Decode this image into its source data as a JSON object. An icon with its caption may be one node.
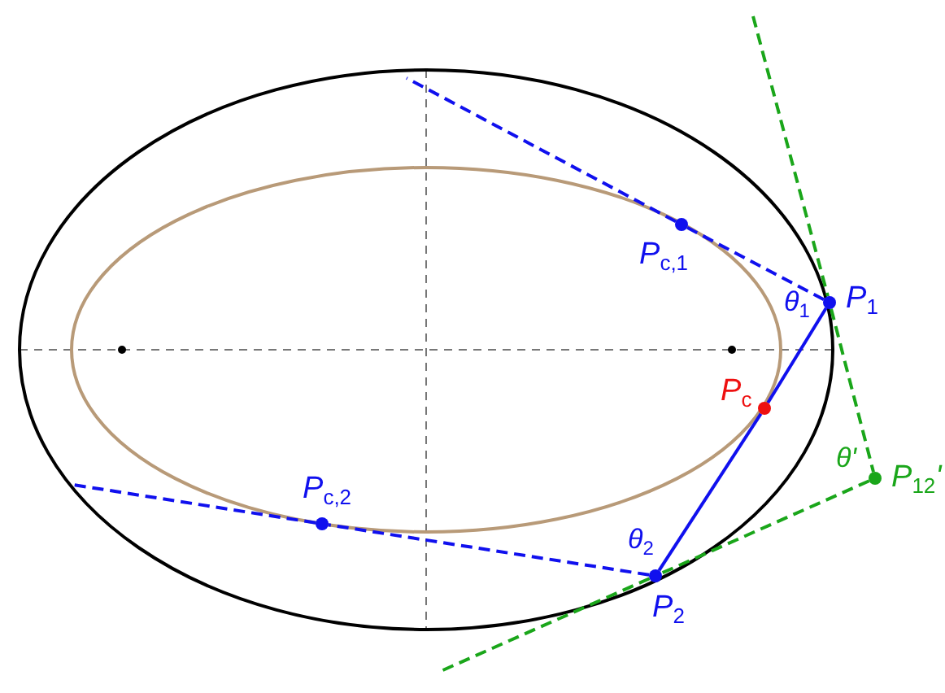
{
  "diagram": {
    "nodes": [
      {
        "text": [
          "P$_{1}$"
        ]
      },
      {
        "text": [
          "P$_{c,1}$"
        ]
      },
      {
        "text": [
          "P$_{c}$"
        ]
      },
      {
        "text": [
          "P$_{c,2}$"
        ]
      },
      {
        "text": [
          "P$_{2}$"
        ]
      },
      {
        "text": [
          "P$_{12}$'"
        ]
      }
    ],
    "edges": [
      {
        "from": 0,
        "to": 2,
        "arrow": "none"
      },
      {
        "from": 2,
        "to": 4,
        "arrow": "none"
      },
      {
        "from": 0,
        "to": 1,
        "arrow": "none",
        "style": "dashed"
      },
      {
        "from": 1,
        "to": null,
        "arrow": "none",
        "style": "dashed"
      },
      {
        "from": 4,
        "to": 3,
        "arrow": "none",
        "style": "dashed"
      },
      {
        "from": 3,
        "to": null,
        "arrow": "none",
        "style": "dashed"
      },
      {
        "from": null,
        "to": 0,
        "arrow": "none",
        "style": "dashed",
        "color": "#1aa61a"
      },
      {
        "from": 0,
        "to": 5,
        "arrow": "none",
        "style": "dashed",
        "color": "#1aa61a"
      },
      {
        "from": 5,
        "to": 4,
        "arrow": "none",
        "style": "dashed",
        "color": "#1aa61a"
      },
      {
        "from": 4,
        "to": null,
        "arrow": "none",
        "style": "dashed",
        "color": "#1aa61a"
      }
    ],
    "labels": [
      "θ$_{1}$",
      "θ'",
      "θ$_{2}$"
    ]
  }
}
